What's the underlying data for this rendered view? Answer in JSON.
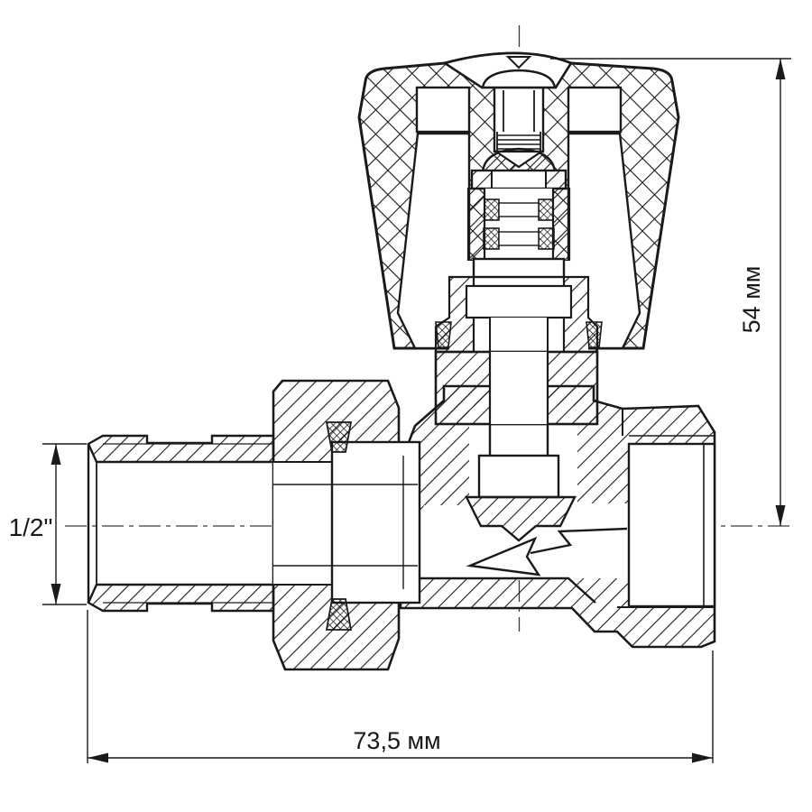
{
  "page": {
    "background": "#ffffff"
  },
  "drawing": {
    "subject": "Straight radiator valve - sectional technical drawing",
    "line_color": "#1a1a1a",
    "labels": {
      "height": "54 мм",
      "thread_size": "1/2\"",
      "length": "73,5 мм"
    }
  }
}
